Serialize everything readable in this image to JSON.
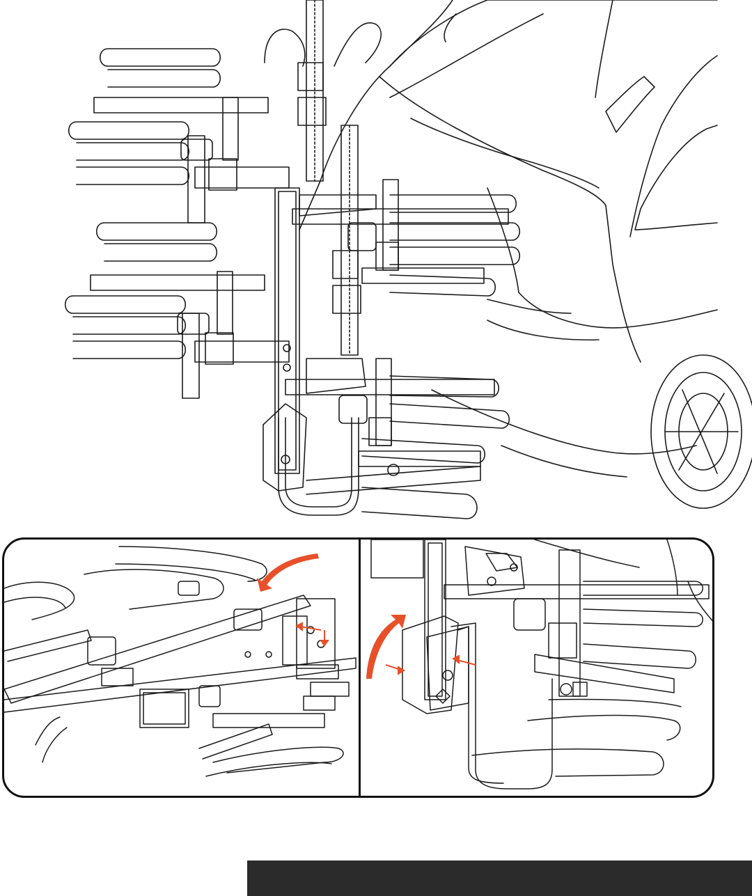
{
  "figure": {
    "subject": "bike-rack-hitch-assembly",
    "panels": [
      "main-view",
      "inset-fold-view",
      "inset-pin-view"
    ]
  },
  "colors": {
    "line": "#1a1a1a",
    "accent_arrow": "#e8502a",
    "footer_bar": "#2b2b2b",
    "background": "#ffffff"
  }
}
